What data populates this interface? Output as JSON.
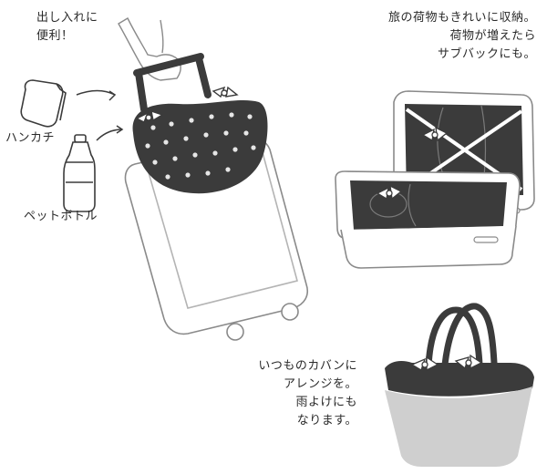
{
  "captions": {
    "top_left": [
      "出し入れに",
      "便利！"
    ],
    "top_right": [
      "旅の荷物もきれいに収納。",
      "荷物が増えたら",
      "サブバックにも。"
    ],
    "bottom": [
      "いつものカバンに",
      "アレンジを。",
      "雨よけにも",
      "なります。"
    ]
  },
  "labels": {
    "handkerchief": "ハンカチ",
    "bottle": "ペットボトル"
  },
  "colors": {
    "ink": "#3b3b3b",
    "outline": "#8a8a8a",
    "fill_dark": "#4a4a4a",
    "fill_light": "#cfcfcf",
    "dot": "#e6e6e6"
  }
}
